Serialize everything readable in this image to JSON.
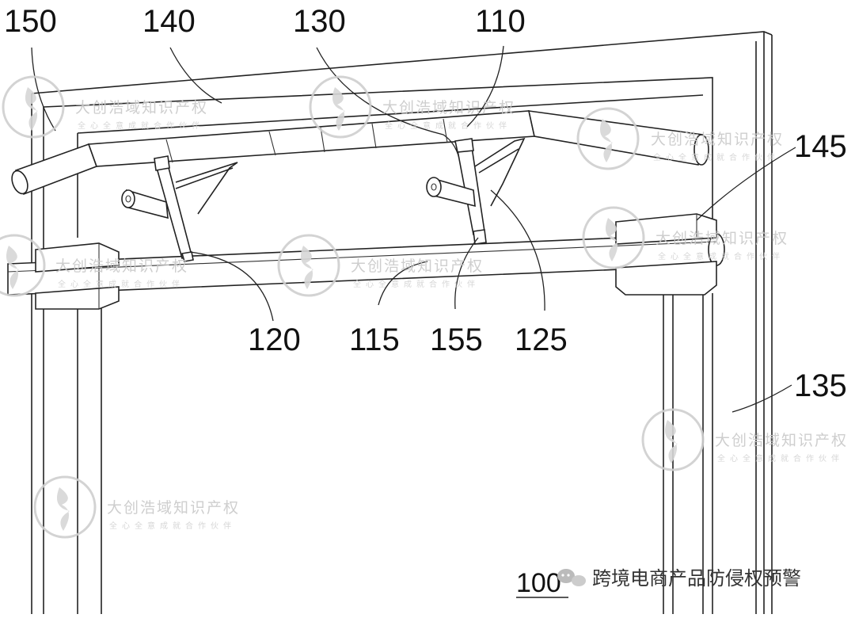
{
  "figure": {
    "number": "100",
    "reference_numerals": [
      "150",
      "140",
      "130",
      "110",
      "145",
      "120",
      "115",
      "155",
      "125",
      "135"
    ]
  },
  "watermark": {
    "title": "大创浩域知识产权",
    "subtitle": "全心全意成就合作伙伴"
  },
  "footer": {
    "caption": "跨境电商产品防侵权预警"
  }
}
